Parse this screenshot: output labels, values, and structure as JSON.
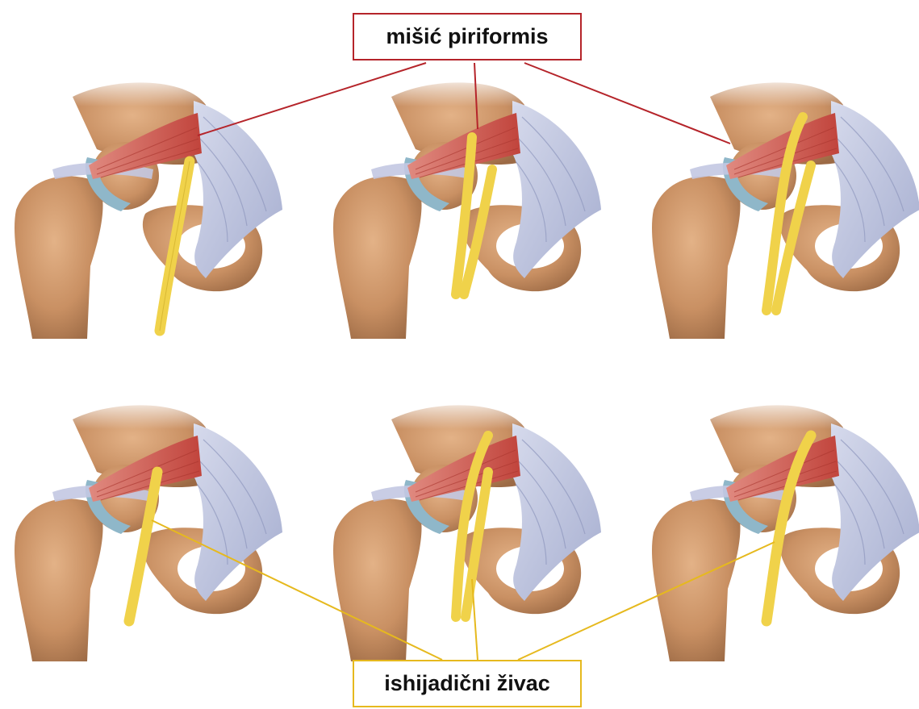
{
  "labels": {
    "muscle": "mišić piriformis",
    "nerve": "ishijadični živac"
  },
  "colors": {
    "muscle": "#c84c44",
    "muscle_line": "#b5242a",
    "nerve": "#f0d24a",
    "nerve_line": "#e6b91e",
    "bone": "#c99063",
    "ligament": "#b8bfdc",
    "cartilage": "#8fb7c9"
  },
  "variants": [
    {
      "nerve": "below-single"
    },
    {
      "nerve": "split-through-and-below"
    },
    {
      "nerve": "split-above-and-below"
    },
    {
      "nerve": "through-single"
    },
    {
      "nerve": "split-above-and-through"
    },
    {
      "nerve": "above-single"
    }
  ]
}
